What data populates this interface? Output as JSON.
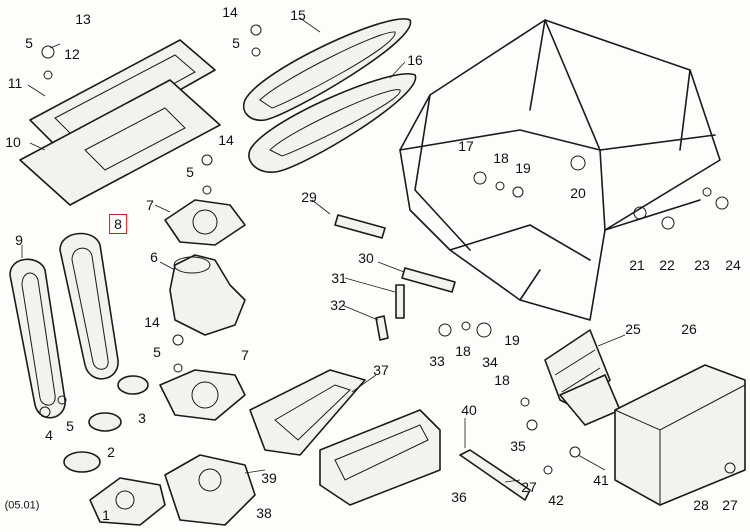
{
  "callouts": [
    {
      "label": "13"
    },
    {
      "label": "5"
    },
    {
      "label": "12"
    },
    {
      "label": "11"
    },
    {
      "label": "10"
    },
    {
      "label": "14"
    },
    {
      "label": "5"
    },
    {
      "label": "15"
    },
    {
      "label": "16"
    },
    {
      "label": "14"
    },
    {
      "label": "5"
    },
    {
      "label": "7"
    },
    {
      "label": "8",
      "highlight": true
    },
    {
      "label": "9"
    },
    {
      "label": "6"
    },
    {
      "label": "14"
    },
    {
      "label": "5"
    },
    {
      "label": "7"
    },
    {
      "label": "1"
    },
    {
      "label": "2"
    },
    {
      "label": "3"
    },
    {
      "label": "4"
    },
    {
      "label": "5"
    },
    {
      "label": "39"
    },
    {
      "label": "38"
    },
    {
      "label": "17"
    },
    {
      "label": "18"
    },
    {
      "label": "19"
    },
    {
      "label": "20"
    },
    {
      "label": "29"
    },
    {
      "label": "30"
    },
    {
      "label": "31"
    },
    {
      "label": "32"
    },
    {
      "label": "33"
    },
    {
      "label": "18"
    },
    {
      "label": "34"
    },
    {
      "label": "19"
    },
    {
      "label": "21"
    },
    {
      "label": "22"
    },
    {
      "label": "23"
    },
    {
      "label": "24"
    },
    {
      "label": "25"
    },
    {
      "label": "26"
    },
    {
      "label": "18"
    },
    {
      "label": "35"
    },
    {
      "label": "37"
    },
    {
      "label": "36"
    },
    {
      "label": "40"
    },
    {
      "label": "27"
    },
    {
      "label": "42"
    },
    {
      "label": "41"
    },
    {
      "label": "28"
    },
    {
      "label": "27"
    }
  ],
  "corner_code": "(05.01)"
}
